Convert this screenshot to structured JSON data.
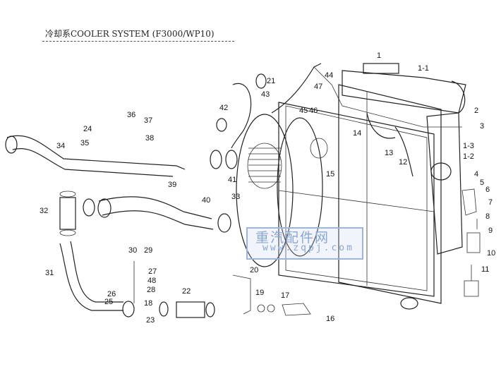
{
  "title": "冷却系COOLER SYSTEM (F3000/WP10)",
  "watermark": {
    "name": "重汽配件网",
    "url": "www.zqpj.com"
  },
  "callouts": [
    "1",
    "1-1",
    "2",
    "3",
    "1-3",
    "1-2",
    "4",
    "5",
    "6",
    "7",
    "8",
    "9",
    "10",
    "11",
    "12",
    "13",
    "14",
    "15",
    "16",
    "17",
    "18",
    "19",
    "20",
    "21",
    "22",
    "23",
    "24",
    "25",
    "26",
    "27",
    "28",
    "29",
    "30",
    "31",
    "32",
    "33",
    "34",
    "35",
    "36",
    "37",
    "38",
    "39",
    "40",
    "41",
    "42",
    "43",
    "44",
    "45",
    "46",
    "47",
    "48"
  ]
}
